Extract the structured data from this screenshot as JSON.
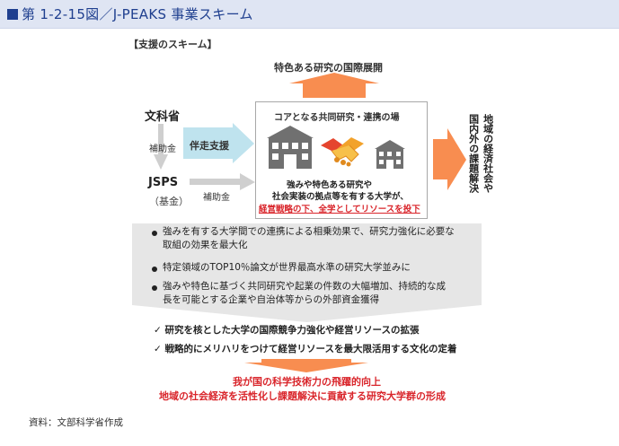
{
  "header": {
    "title": "第 1-2-15図／J-PEAKS 事業スキーム"
  },
  "scheme": {
    "section_label": "【支援のスキーム】",
    "top_arrow_label": "特色ある研究の国際展開",
    "mext": "文科省",
    "grant_label_1": "補助金",
    "jsps": "JSPS",
    "jsps_fund": "（基金）",
    "grant_label_2": "補助金",
    "support_label": "伴走支援",
    "core_label": "コアとなる共同研究・連携の場",
    "desc_line_1": "強みや特色ある研究や",
    "desc_line_2": "社会実装の拠点等を有する大学が、",
    "desc_line_3": "経営戦略の下、全学としてリソースを投下",
    "right_line_1": "地域の経済社会や",
    "right_line_2": "国内外の課題解決",
    "colors": {
      "orange": "#f7813d",
      "light_blue": "#bfe3ee",
      "grey_arrow": "#cfcfcf",
      "red": "#d9252b",
      "title_blue": "#1f3f8f"
    }
  },
  "bullets": [
    {
      "lines": [
        "強みを有する大学間での連携による相乗効果で、研究力強化に必要な",
        "取組の効果を最大化"
      ]
    },
    {
      "lines": [
        "特定領域のTOP10％論文が世界最高水準の研究大学並みに"
      ]
    },
    {
      "lines": [
        "強みや特色に基づく共同研究や起業の件数の大幅増加、持続的な成",
        "長を可能とする企業や自治体等からの外部資金獲得"
      ]
    }
  ],
  "checks": [
    "研究を核とした大学の国際競争力強化や経営リソースの拡張",
    "戦略的にメリハリをつけて経営リソースを最大限活用する文化の定着"
  ],
  "outcome": {
    "line_1": "我が国の科学技術力の飛躍的向上",
    "line_2": "地域の社会経済を活性化し課題解決に貢献する研究大学群の形成"
  },
  "source": "資料：文部科学省作成"
}
